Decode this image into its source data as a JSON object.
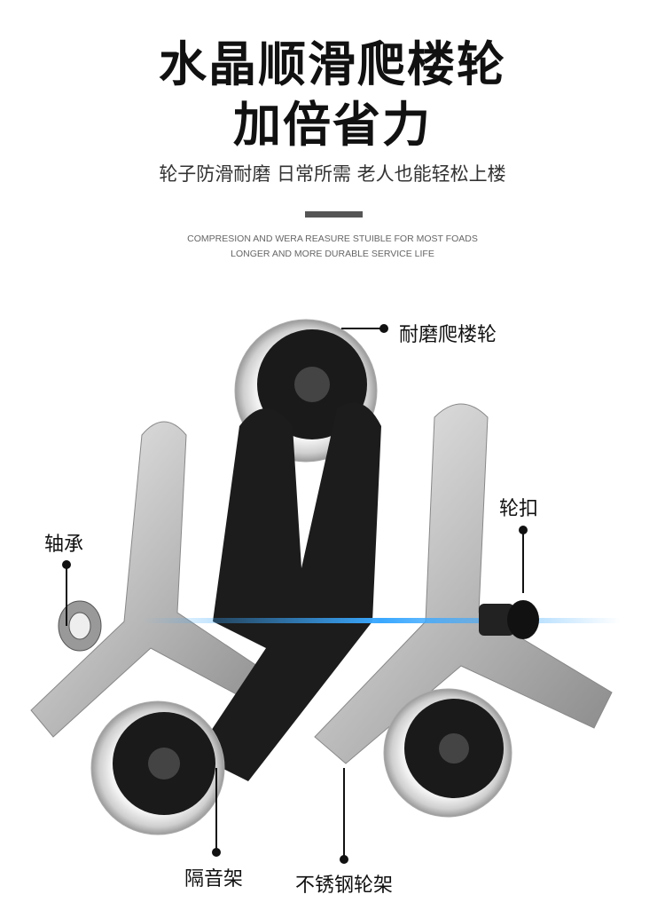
{
  "header": {
    "title_line1": "水晶顺滑爬楼轮",
    "title_line2": "加倍省力",
    "subtitle": "轮子防滑耐磨 日常所需 老人也能轻松上楼",
    "english_line1": "COMPRESION AND WERA REASURE STUIBLE FOR MOST FOADS",
    "english_line2": "LONGER AND MORE DURABLE SERVICE LIFE"
  },
  "callouts": {
    "wheel": "耐磨爬楼轮",
    "bearing": "轴承",
    "wheel_buckle": "轮扣",
    "sound_frame": "隔音架",
    "steel_frame": "不锈钢轮架"
  },
  "colors": {
    "accent_bar": "#555555",
    "glow": "#3aa8ff"
  }
}
